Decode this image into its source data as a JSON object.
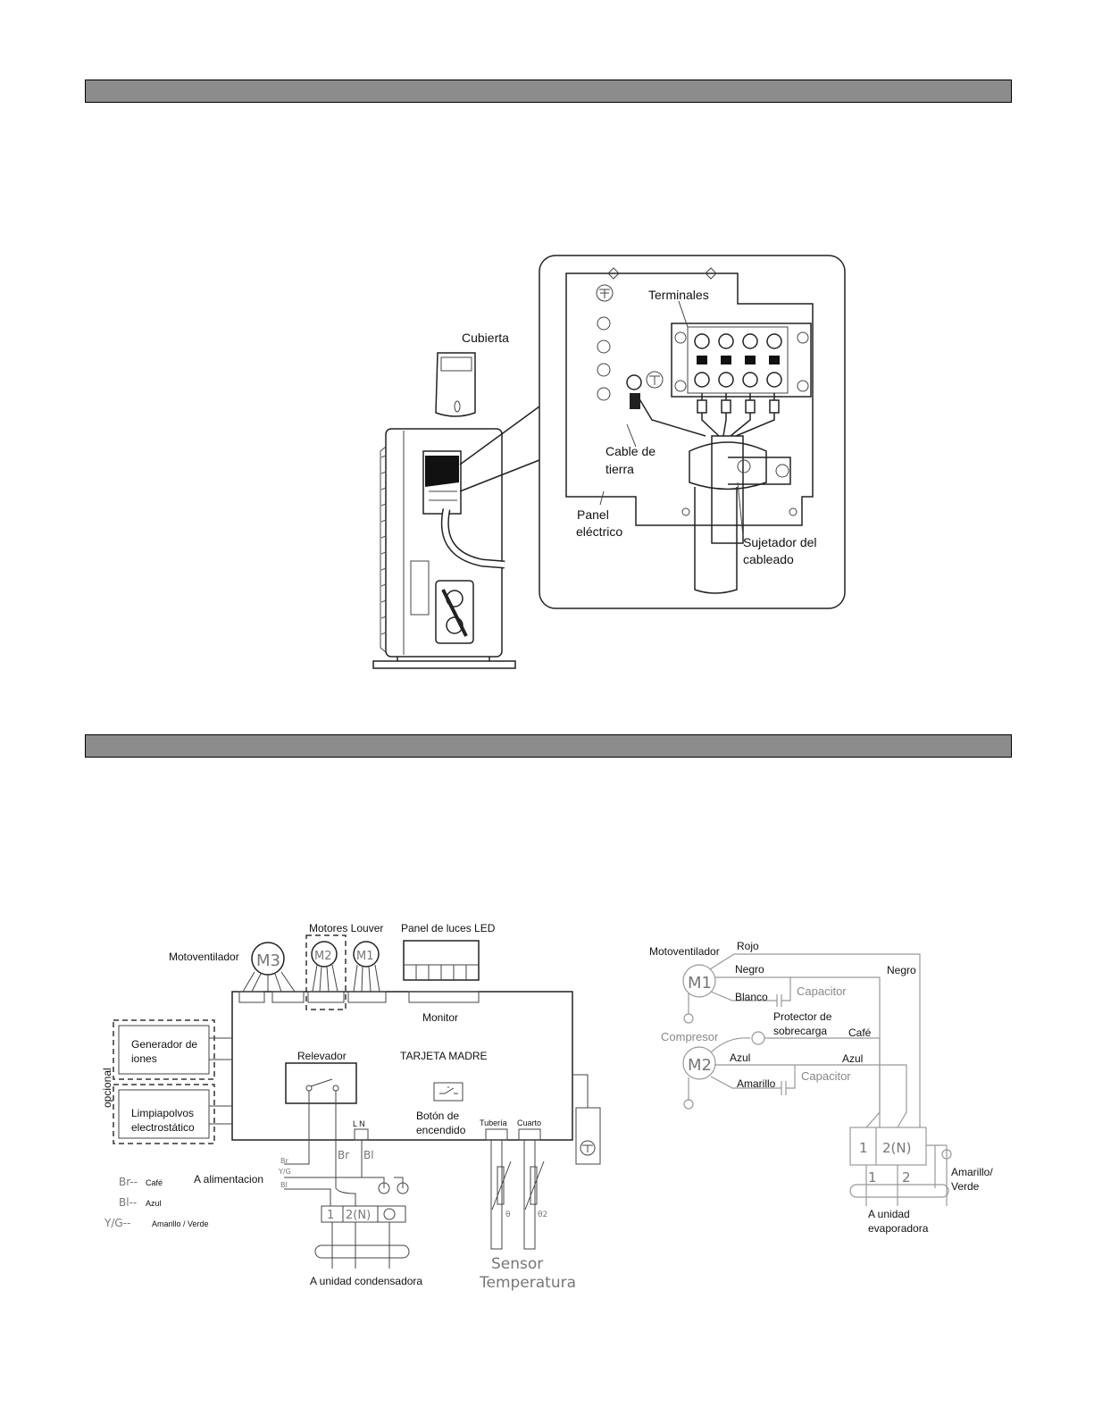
{
  "figure1": {
    "cover": "Cubierta",
    "terminals": "Terminales",
    "ground_cable_1": "Cable de",
    "ground_cable_2": "tierra",
    "panel_1": "Panel",
    "panel_2": "eléctrico",
    "clamp_1": "Sujetador del",
    "clamp_2": "cableado"
  },
  "diagram_indoor": {
    "fan_motor": "Motoventilador",
    "louver_motors": "Motores  Louver",
    "led_panel": "Panel de luces LED",
    "monitor": "Monitor",
    "ion_gen_1": "Generador de",
    "ion_gen_2": "iones",
    "dust_1": "Limpiapolvos",
    "dust_2": "electrostático",
    "optional": "opcional",
    "relay": "Relevador",
    "mainboard": "TARJETA MADRE",
    "power_btn_1": "Botón de",
    "power_btn_2": "encendido",
    "pipe": "Tubería",
    "room": "Cuarto",
    "sensor_1": "Sensor",
    "sensor_2": "Temperatura",
    "to_power": "A alimentacion",
    "to_condenser": "A unidad condensadora",
    "legend": [
      {
        "code": "Br--",
        "text": "Café"
      },
      {
        "code": "Bl--",
        "text": "Azul"
      },
      {
        "code": "Y/G--",
        "text": "Amarillo / Verde"
      }
    ],
    "m3": "M3",
    "m2": "M2",
    "m1": "M1",
    "ln": "L N",
    "br": "Br",
    "bl": "Bl",
    "br_small": "Br",
    "yg_small": "Y/G",
    "bl_small": "Bl",
    "t1": "1",
    "t2": "2(N)",
    "theta1": "θ",
    "theta2": "θ2"
  },
  "diagram_outdoor": {
    "fan_motor": "Motoventilador",
    "red": "Rojo",
    "black": "Negro",
    "black2": "Negro",
    "white": "Blanco",
    "capacitor": "Capacitor",
    "compressor": "Compresor",
    "overload_1": "Protector de",
    "overload_2": "sobrecarga",
    "brown": "Café",
    "blue": "Azul",
    "blue2": "Azul",
    "yellow": "Amarillo",
    "capacitor2": "Capacitor",
    "m1": "M1",
    "m2": "M2",
    "t1": "1",
    "t2": "2(N)",
    "t1b": "1",
    "t2b": "2",
    "yg_1": "Amarillo/",
    "yg_2": "Verde",
    "to_evap_1": "A unidad",
    "to_evap_2": "evaporadora"
  }
}
